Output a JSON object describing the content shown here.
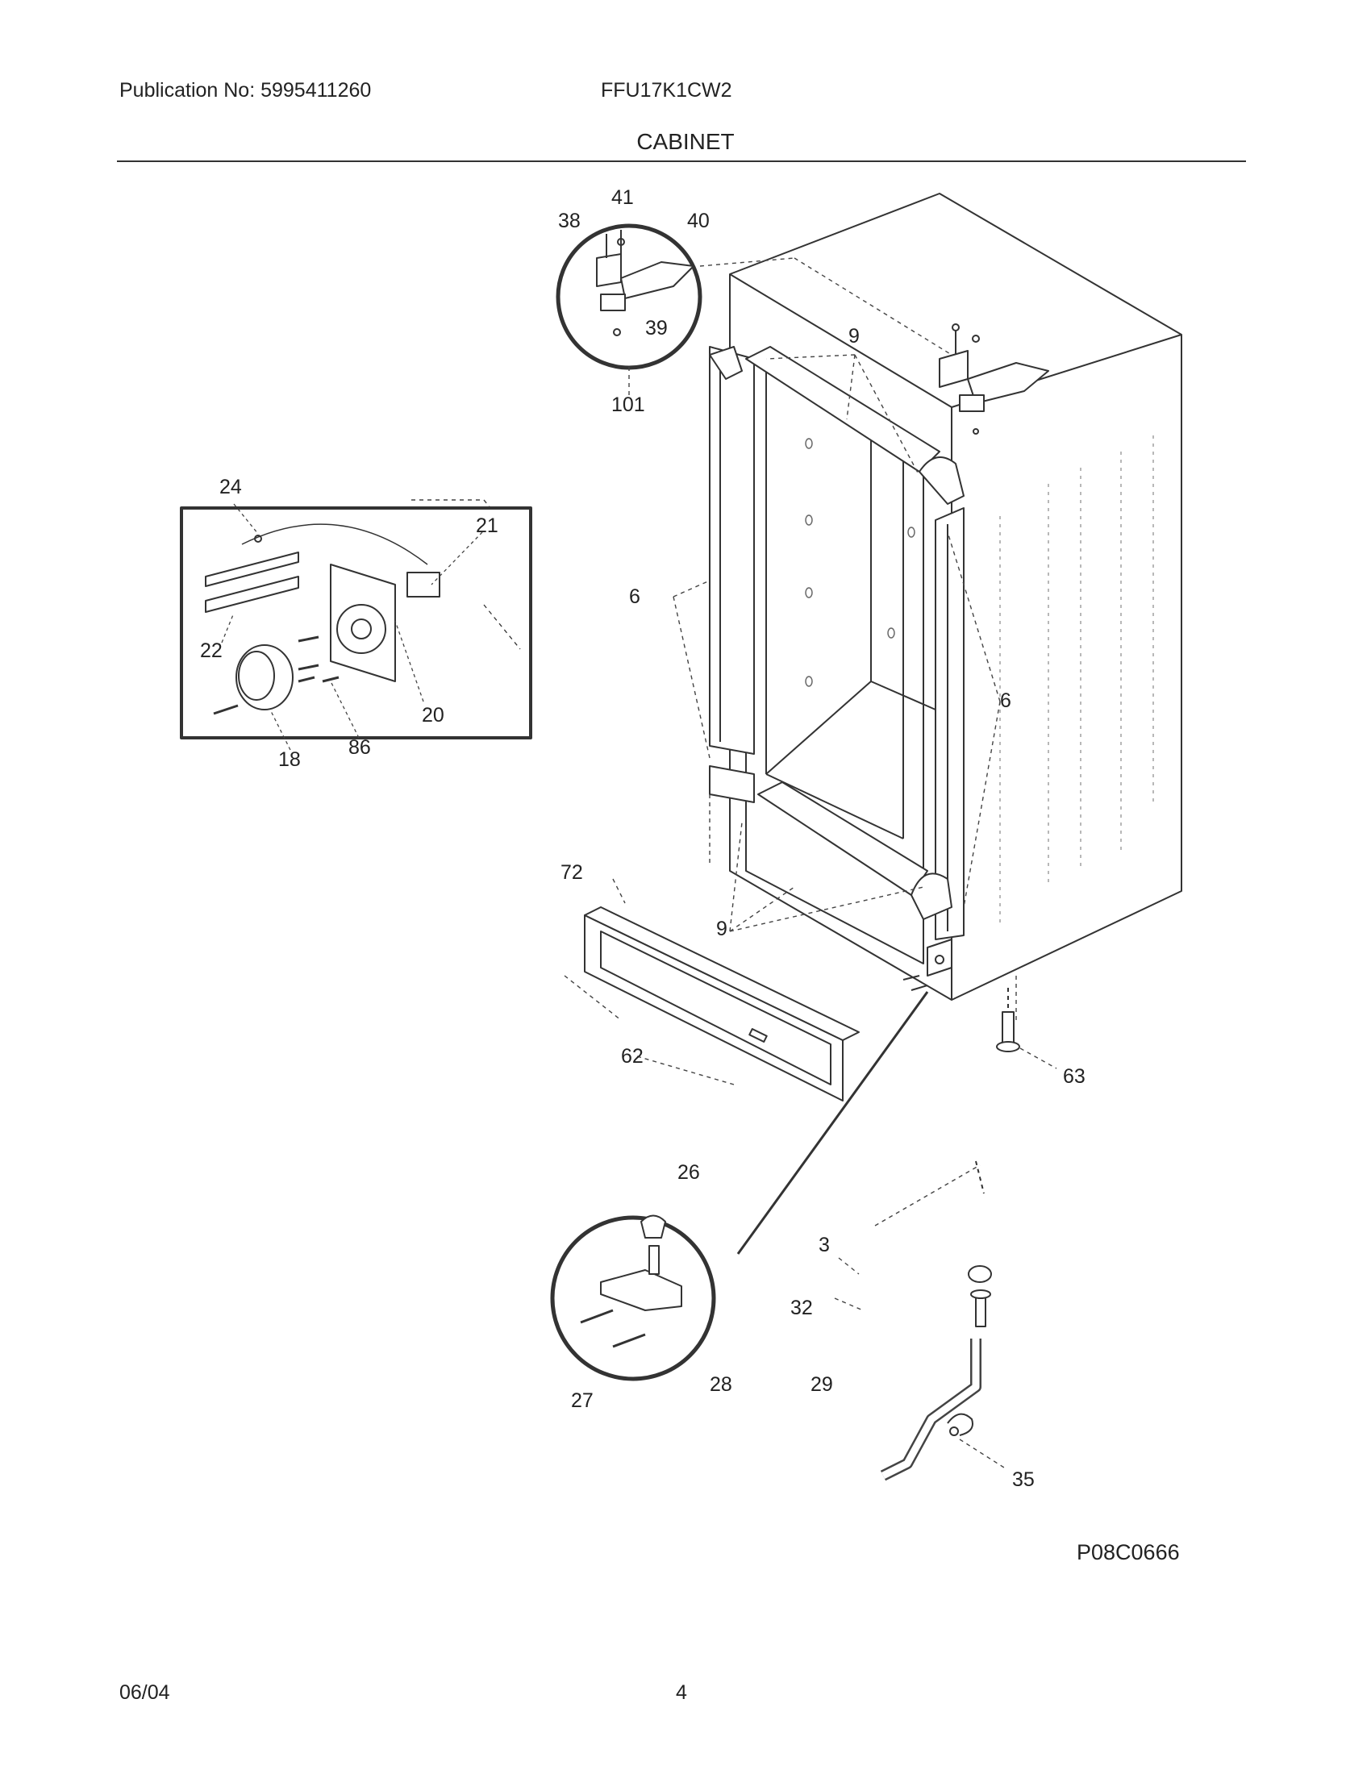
{
  "header": {
    "publication": "Publication No: 5995411260",
    "model": "FFU17K1CW2",
    "section_title": "CABINET"
  },
  "footer": {
    "date": "06/04",
    "page_number": "4"
  },
  "diagram_code": "P08C0666",
  "callouts": {
    "c41": "41",
    "c38": "38",
    "c40": "40",
    "c39": "39",
    "c101": "101",
    "c9a": "9",
    "c9b": "9",
    "c24": "24",
    "c21": "21",
    "c22": "22",
    "c20": "20",
    "c18": "18",
    "c86": "86",
    "c6a": "6",
    "c6b": "6",
    "c72": "72",
    "c62": "62",
    "c63": "63",
    "c26": "26",
    "c27": "27",
    "c28": "28",
    "c3": "3",
    "c32": "32",
    "c29": "29",
    "c35": "35"
  }
}
